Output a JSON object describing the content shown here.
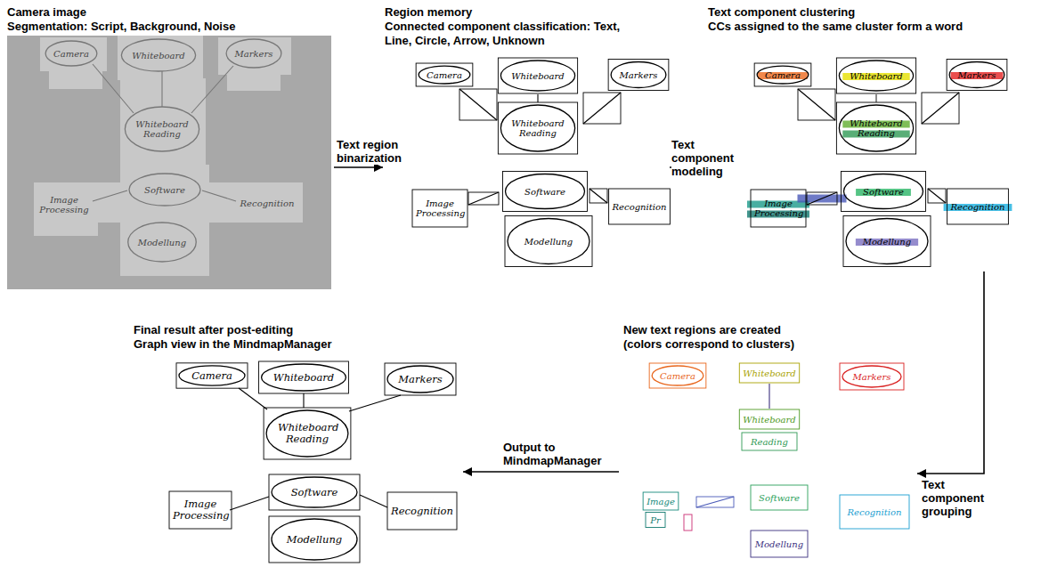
{
  "diagram": {
    "nodes": [
      {
        "text": [
          "Camera image",
          "Segmentation: Script, Background, Noise"
        ]
      },
      {
        "text": [
          "Region memory",
          "Connected component classification: Text, Line, Circle, Arrow, Unknown"
        ]
      },
      {
        "text": [
          "Text component clustering",
          "CCs assigned to the same cluster form a word"
        ]
      },
      {
        "text": [
          "New text regions are created",
          "(colors correspond to clusters)"
        ]
      },
      {
        "text": [
          "Final result after post-editing",
          "Graph view in the MindmapManager"
        ]
      }
    ],
    "edges": [
      {
        "from": 0,
        "to": 1,
        "arrow": "to",
        "label": "Text region binarization"
      },
      {
        "from": 1,
        "to": 2,
        "arrow": "to",
        "label": "Text component modeling"
      },
      {
        "from": 2,
        "to": 3,
        "arrow": "to",
        "label": "Text component grouping"
      },
      {
        "from": 3,
        "to": 4,
        "arrow": "to",
        "label": "Output to MindmapManager"
      }
    ],
    "labels": [
      "Camera",
      "Whiteboard",
      "Markers",
      "Whiteboard Reading",
      "Image Processing",
      "Software",
      "Recognition",
      "Modellung",
      "Camera",
      "Whiteboard",
      "Markers",
      "Whiteboard Reading",
      "Image Processing",
      "Software",
      "Recognition",
      "Modellung",
      "Camera",
      "Whiteboard",
      "Markers",
      "Whiteboard Reading",
      "Image Processing",
      "Software",
      "Recognition",
      "Modellung",
      "Camera",
      "Whiteboard",
      "Markers",
      "Whiteboard",
      "Reading",
      "Image",
      "Pr",
      "Software",
      "Recognition",
      "Modellung",
      "Camera",
      "Whiteboard",
      "Markers",
      "Whiteboard Reading",
      "Image Processing",
      "Software",
      "Recognition",
      "Modellung"
    ]
  }
}
